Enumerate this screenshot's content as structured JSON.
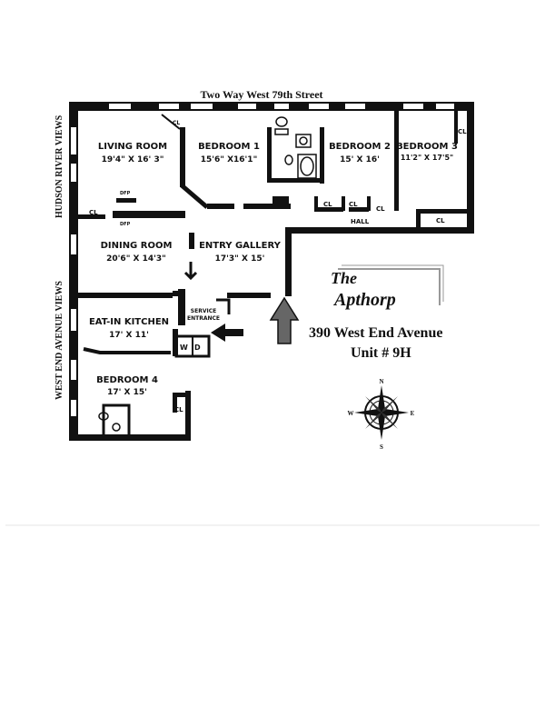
{
  "street": "Two Way West 79th Street",
  "views_left_top": "HUDSON RIVER VIEWS",
  "views_left_bottom": "WEST END AVENUE VIEWS",
  "rooms": {
    "living": {
      "name": "LIVING ROOM",
      "dims": "19'4\" X 16' 3\""
    },
    "bed1": {
      "name": "BEDROOM 1",
      "dims": "15'6\" X16'1\""
    },
    "bed2": {
      "name": "BEDROOM 2",
      "dims": "15' X 16'"
    },
    "bed3": {
      "name": "BEDROOM 3",
      "dims": "11'2\" X 17'5\""
    },
    "dining": {
      "name": "DINING ROOM",
      "dims": "20'6\" X 14'3\""
    },
    "entry": {
      "name": "ENTRY GALLERY",
      "dims": "17'3\" X 15'"
    },
    "kitchen": {
      "name": "EAT-IN KITCHEN",
      "dims": "17' X 11'"
    },
    "bed4": {
      "name": "BEDROOM 4",
      "dims": "17' X 15'"
    }
  },
  "small_labels": {
    "cl": "CL",
    "hall": "HALL",
    "dfp": "DFP",
    "service_line1": "SERVICE",
    "service_line2": "ENTRANCE",
    "w": "W",
    "d": "D"
  },
  "building": {
    "line1": "The",
    "line2": "Apthorp"
  },
  "address": "390 West End Avenue",
  "unit": "Unit # 9H",
  "compass": {
    "n": "N",
    "s": "S",
    "e": "E",
    "w": "W"
  }
}
